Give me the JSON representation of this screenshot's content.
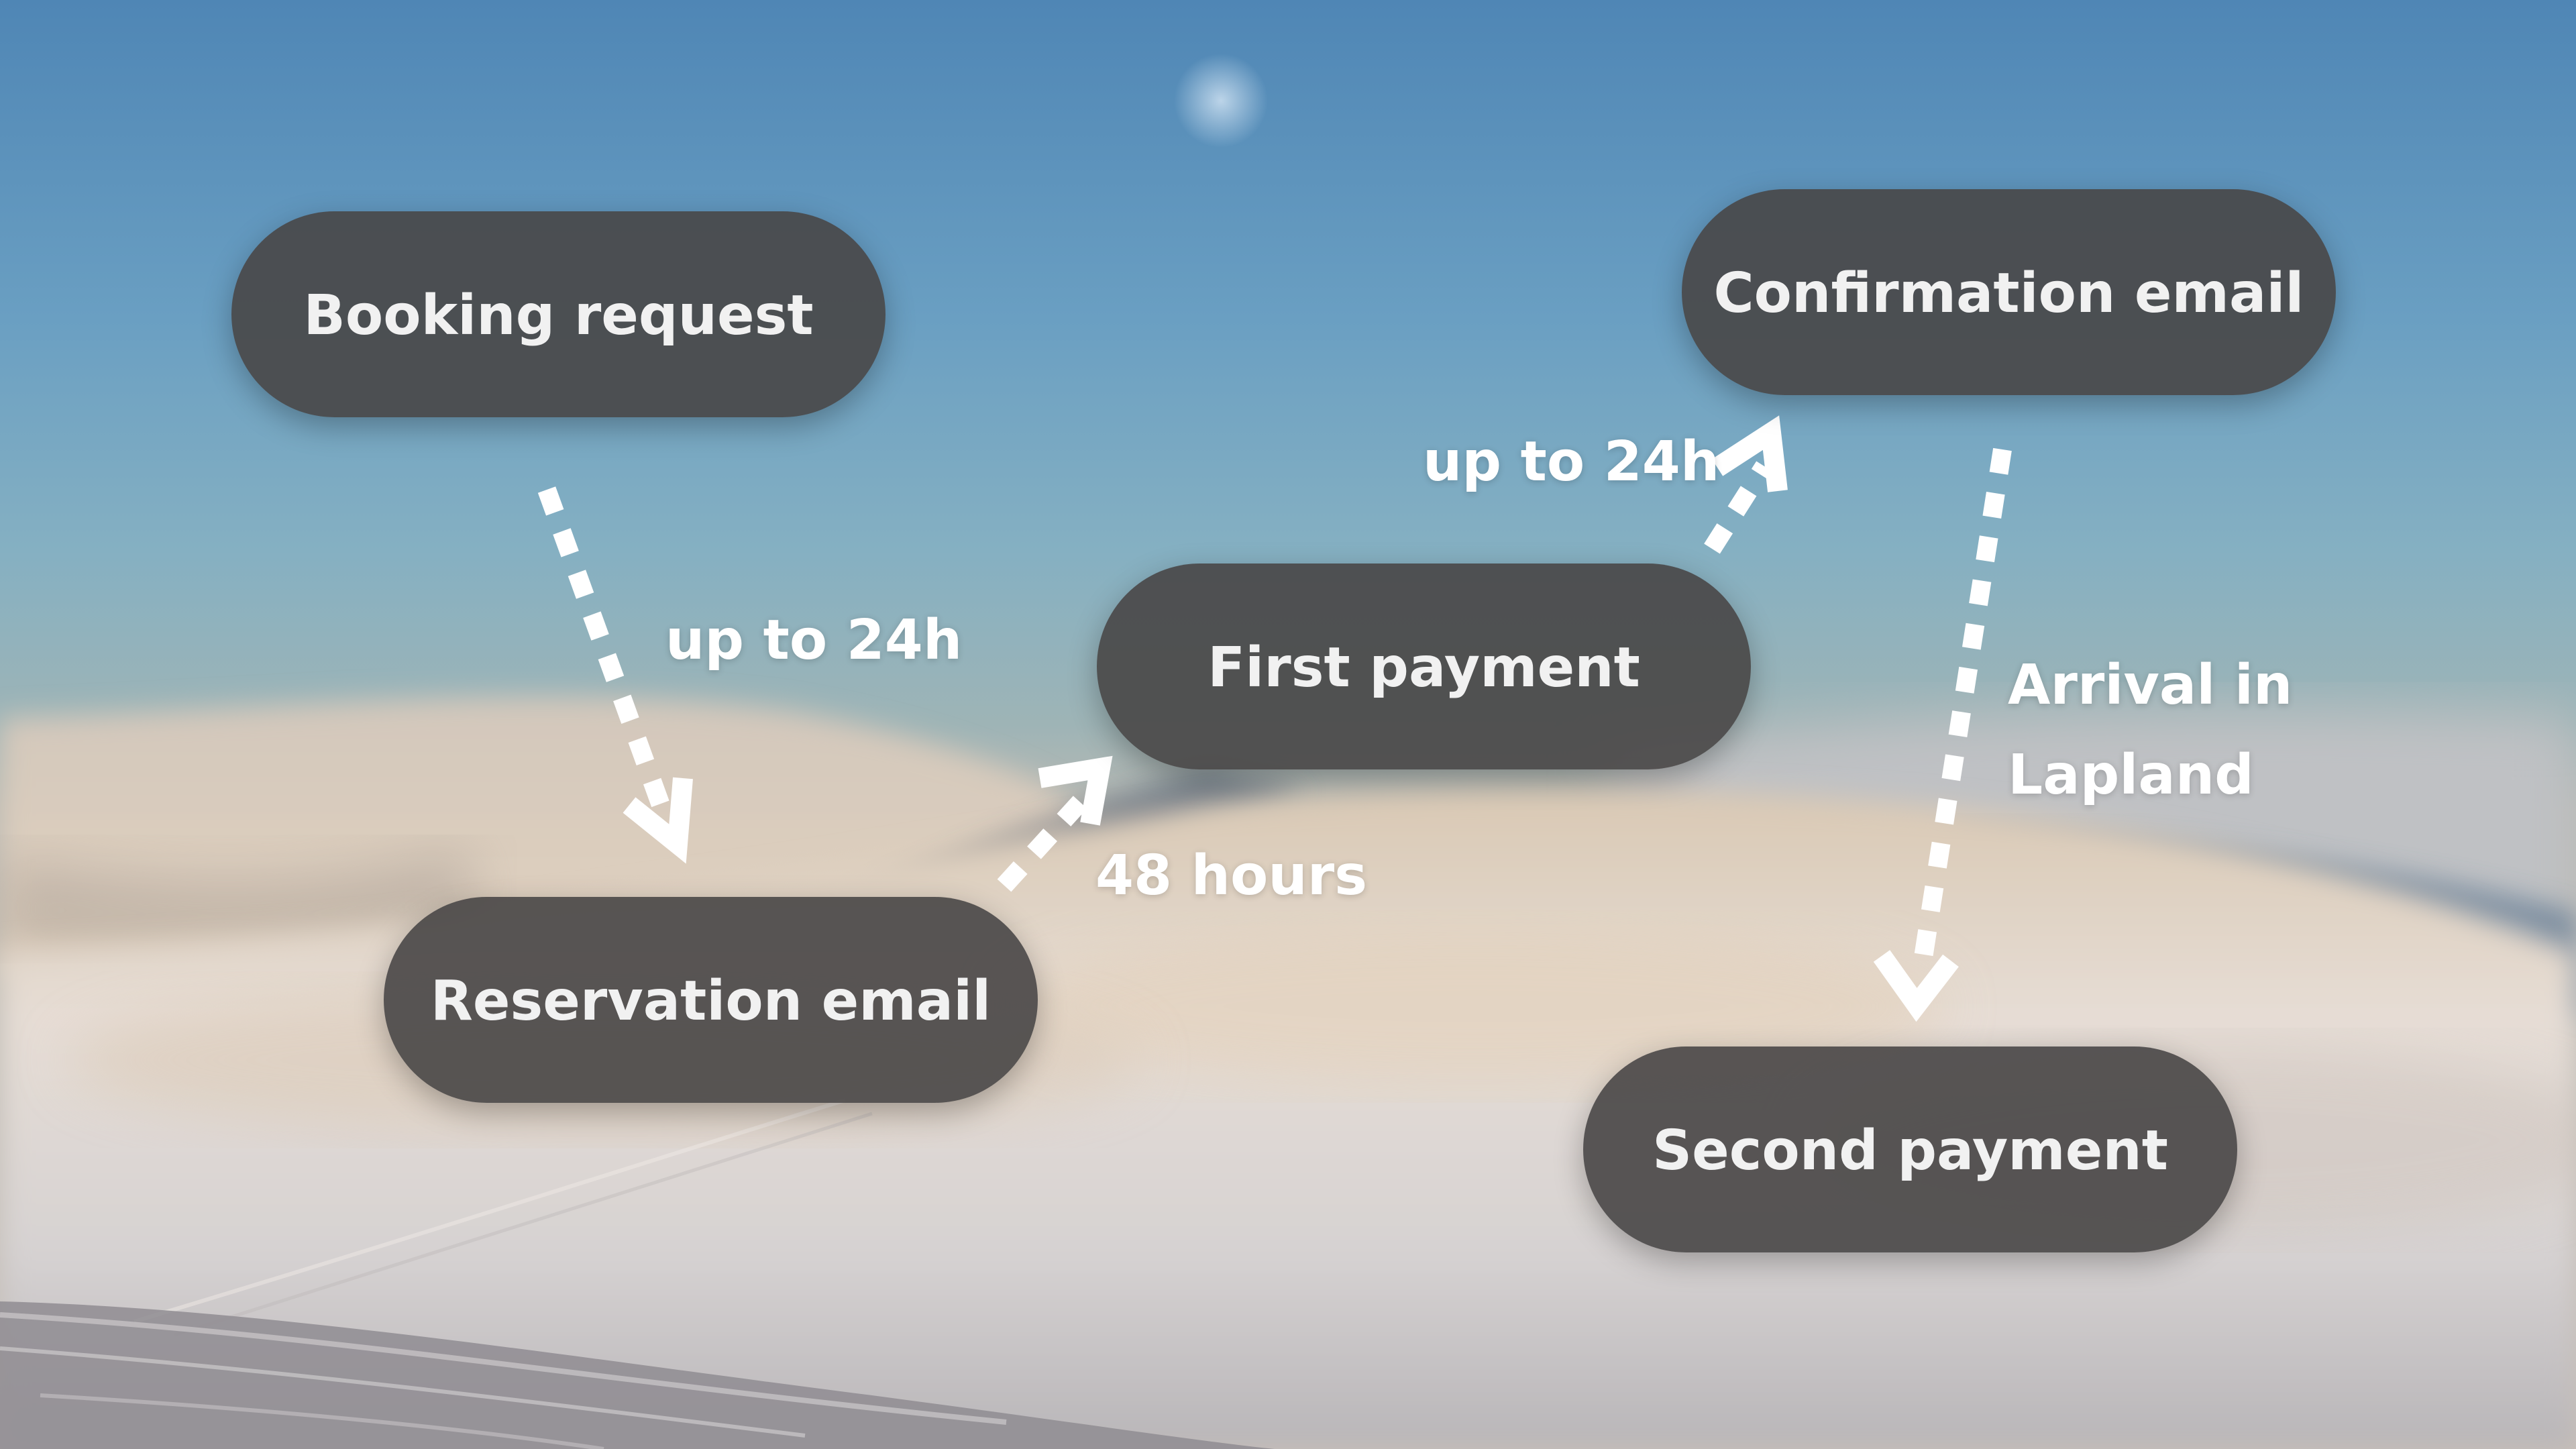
{
  "nodes": {
    "booking_request": "Booking request",
    "reservation_email": "Reservation email",
    "first_payment": "First payment",
    "confirmation_email": "Confirmation email",
    "second_payment": "Second payment"
  },
  "edges": {
    "booking_to_reservation": "up to 24h",
    "reservation_to_first_payment": "48 hours",
    "first_payment_to_confirmation": "up to 24h",
    "confirmation_to_second_payment": "Arrival in Lapland"
  },
  "colors": {
    "node_fill": "#4a4848",
    "node_text": "#f1f1f1",
    "arrow": "#ffffff",
    "sky_top": "#4f88b6",
    "snow": "#d8cfc6"
  },
  "icons": {
    "arrow_style": "dashed-arrow-icon"
  }
}
